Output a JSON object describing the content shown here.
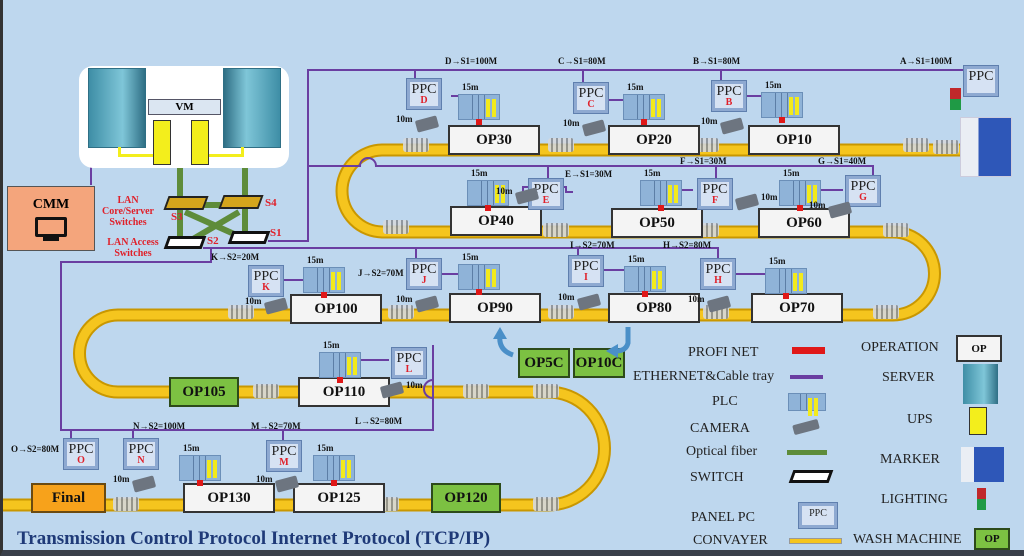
{
  "title": "Transmission Control Protocol Internet Protocol (TCP/IP)",
  "colors": {
    "background": "#bed7ee",
    "ethernet": "#6a3ea1",
    "profinet": "#e01818",
    "fiber": "#5e8c3a",
    "conveyor": "#f2c21a",
    "wash": "#7cc142",
    "final": "#f7a21b",
    "cmm": "#f4a57c"
  },
  "server_room": {
    "vm_label": "VM",
    "icons": [
      "server-icon",
      "server-icon",
      "ups-icon",
      "ups-icon"
    ]
  },
  "cmm": {
    "label": "CMM",
    "icon": "monitor-icon"
  },
  "switches": {
    "core_label": "LAN Core/Server Switches",
    "access_label": "LAN Access Switches",
    "s1": "S1",
    "s2": "S2",
    "s3": "S3",
    "s4": "S4"
  },
  "ppcs": [
    {
      "name": "PPC",
      "letter": "",
      "link": "A→S1=100M"
    },
    {
      "name": "PPC",
      "letter": "B",
      "link": "B→S1=80M",
      "plc_len": "15m",
      "cam_len": "10m"
    },
    {
      "name": "PPC",
      "letter": "C",
      "link": "C→S1=80M",
      "plc_len": "15m",
      "cam_len": "10m"
    },
    {
      "name": "PPC",
      "letter": "D",
      "link": "D→S1=100M",
      "plc_len": "15m",
      "cam_len": "10m"
    },
    {
      "name": "PPC",
      "letter": "E",
      "link": "E→S1=30M",
      "plc_len": "15m",
      "cam_len": "10m"
    },
    {
      "name": "PPC",
      "letter": "F",
      "link": "F→S1=30M",
      "plc_len": "15m",
      "cam_len": "10m"
    },
    {
      "name": "PPC",
      "letter": "G",
      "link": "G→S1=40M",
      "plc_len": "15m",
      "cam_len": "10m"
    },
    {
      "name": "PPC",
      "letter": "H",
      "link": "H→S2=80M",
      "plc_len": "15m",
      "cam_len": "10m"
    },
    {
      "name": "PPC",
      "letter": "I",
      "link": "I→S2=70M",
      "plc_len": "15m",
      "cam_len": "10m"
    },
    {
      "name": "PPC",
      "letter": "J",
      "link": "J→S2=70M",
      "plc_len": "15m",
      "cam_len": "10m"
    },
    {
      "name": "PPC",
      "letter": "K",
      "link": "K→S2=20M",
      "plc_len": "15m",
      "cam_len": "10m"
    },
    {
      "name": "PPC",
      "letter": "L",
      "link": "L→S2=80M",
      "plc_len": "15m",
      "cam_len": "10m"
    },
    {
      "name": "PPC",
      "letter": "M",
      "link": "M→S2=70M",
      "plc_len": "15m",
      "cam_len": "10m"
    },
    {
      "name": "PPC",
      "letter": "N",
      "link": "N→S2=100M",
      "plc_len": "15m",
      "cam_len": "10m"
    },
    {
      "name": "PPC",
      "letter": "O",
      "link": "O→S2=80M"
    }
  ],
  "operations": [
    {
      "label": "OP30",
      "kind": "operation"
    },
    {
      "label": "OP20",
      "kind": "operation"
    },
    {
      "label": "OP10",
      "kind": "operation"
    },
    {
      "label": "OP40",
      "kind": "operation"
    },
    {
      "label": "OP50",
      "kind": "operation"
    },
    {
      "label": "OP60",
      "kind": "operation"
    },
    {
      "label": "OP100",
      "kind": "operation"
    },
    {
      "label": "OP90",
      "kind": "operation"
    },
    {
      "label": "OP80",
      "kind": "operation"
    },
    {
      "label": "OP70",
      "kind": "operation"
    },
    {
      "label": "OP105",
      "kind": "wash"
    },
    {
      "label": "OP110",
      "kind": "operation"
    },
    {
      "label": "OP5C",
      "kind": "wash"
    },
    {
      "label": "OP10C",
      "kind": "wash"
    },
    {
      "label": "Final",
      "kind": "final"
    },
    {
      "label": "OP130",
      "kind": "operation"
    },
    {
      "label": "OP125",
      "kind": "operation"
    },
    {
      "label": "OP120",
      "kind": "wash"
    }
  ],
  "legend": {
    "profinet": "PROFI NET",
    "ethernet": "ETHERNET&Cable tray",
    "plc": "PLC",
    "camera": "CAMERA",
    "fiber": "Optical fiber",
    "switch": "SWITCH",
    "panel_pc": "PANEL PC",
    "panel_pc_icon_text": "PPC",
    "conveyor": "CONVAYER",
    "operation": "OPERATION",
    "operation_icon_text": "OP",
    "server": "SERVER",
    "ups": "UPS",
    "marker": "MARKER",
    "lighting": "LIGHTING",
    "wash": "WASH MACHINE",
    "wash_icon_text": "OP"
  }
}
